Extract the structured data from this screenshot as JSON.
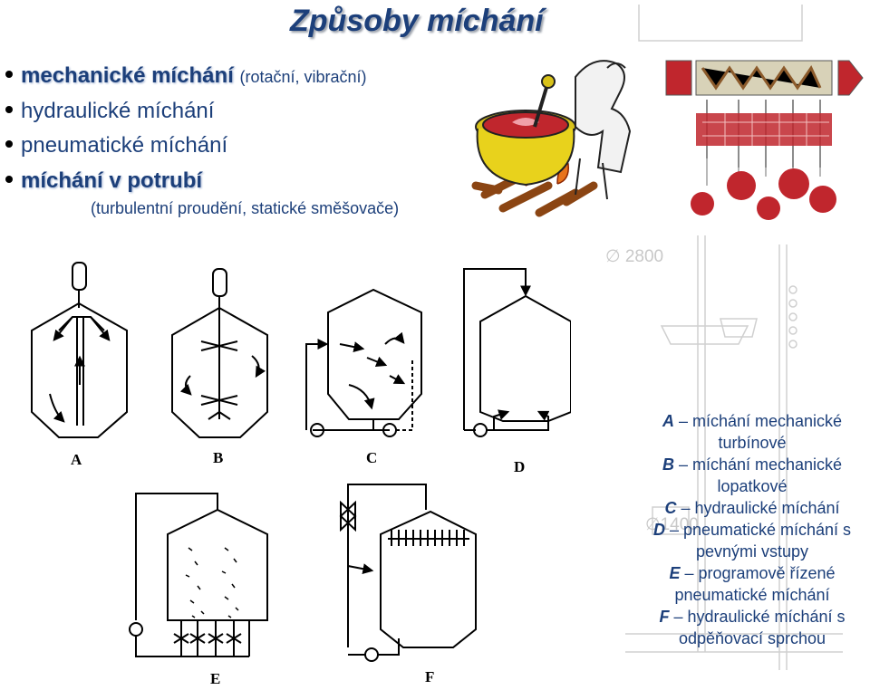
{
  "title": "Způsoby míchání",
  "bullets": [
    {
      "label": "mechanické míchání",
      "note": "(rotační, vibrační)"
    },
    {
      "label": "hydraulické míchání"
    },
    {
      "label": "pneumatické míchání"
    },
    {
      "label": "míchání v potrubí",
      "subnote": "(turbulentní proudění, statické směšovače)"
    }
  ],
  "diagram_labels": [
    "A",
    "B",
    "C",
    "D",
    "E",
    "F"
  ],
  "legend": [
    {
      "key": "A",
      "text": "– míchání mechanické turbínové"
    },
    {
      "key": "B",
      "text": "– míchání mechanické lopatkové"
    },
    {
      "key": "C",
      "text": "– hydraulické míchání"
    },
    {
      "key": "D",
      "text": "– pneumatické míchání s pevnými vstupy"
    },
    {
      "key": "E",
      "text": "– programově řízené pneumatické míchání"
    },
    {
      "key": "F",
      "text": "– hydraulické míchání s odpěňovací sprchou"
    }
  ],
  "background_drawing": {
    "dim1": "2800",
    "dim2": "1400"
  },
  "colors": {
    "title": "#1c3f7a",
    "text": "#1c3f7a",
    "pot": "#e8d21c",
    "fire": "#d2691e",
    "red": "#c0262d"
  },
  "icons": [
    "bullet-dot",
    "diameter-symbol",
    "cooking-pot-illustration",
    "static-mixer-illustration"
  ]
}
